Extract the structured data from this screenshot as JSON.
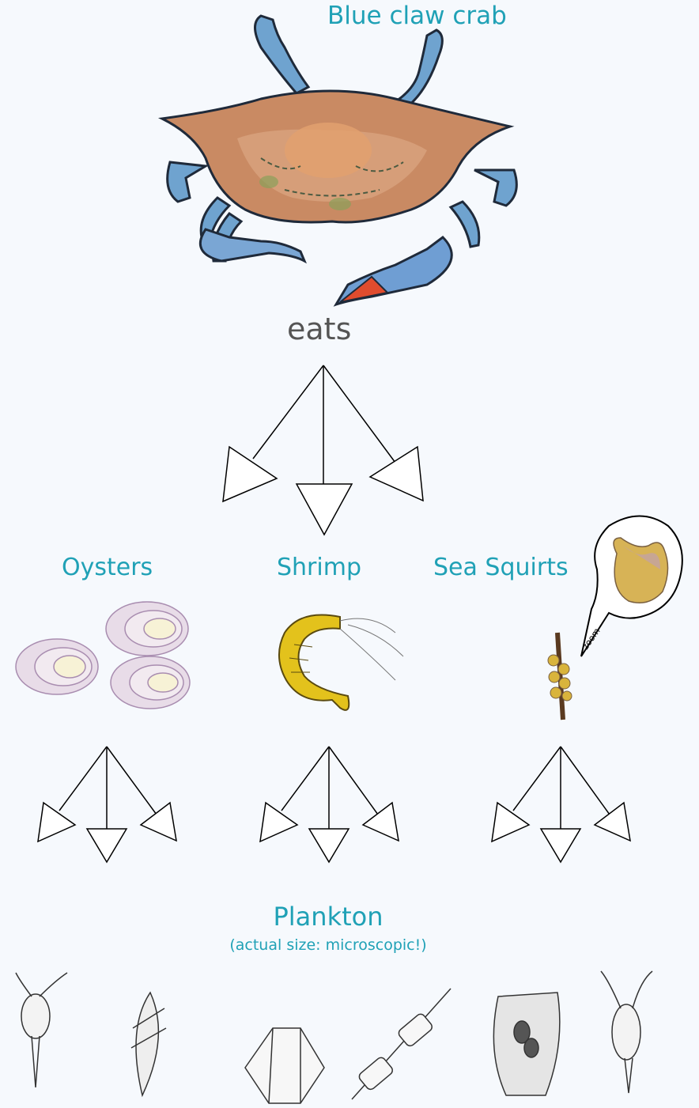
{
  "diagram": {
    "title": "Blue claw crab",
    "relation": "eats",
    "prey": [
      {
        "label": "Oysters"
      },
      {
        "label": "Shrimp"
      },
      {
        "label": "Sea Squirts"
      }
    ],
    "bottom": {
      "label": "Plankton",
      "sublabel": "(actual size: microscopic!)"
    },
    "zoom_tag": "zoom"
  },
  "colors": {
    "label_accent": "#20a1b6",
    "relation_text": "#555555",
    "background": "#f6f9fd"
  },
  "icons": [
    "blue-crab-illustration",
    "oyster-illustration",
    "shrimp-illustration",
    "sea-squirt-illustration",
    "plankton-illustration"
  ]
}
